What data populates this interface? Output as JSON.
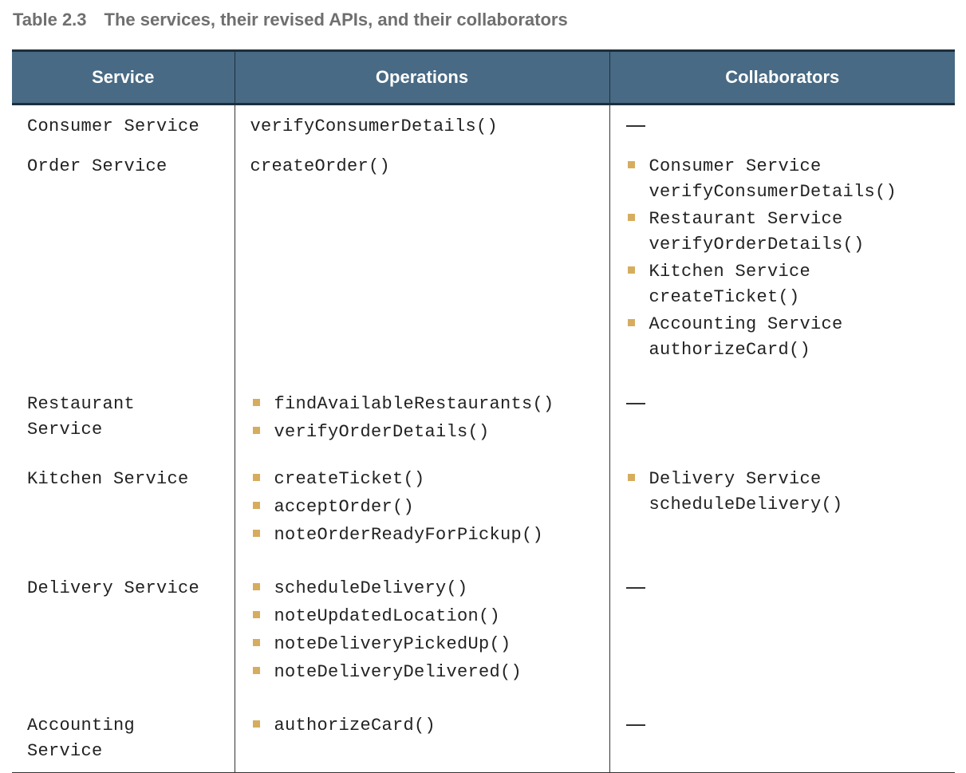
{
  "caption": {
    "number": "Table 2.3",
    "title": "The services, their revised APIs, and their collaborators"
  },
  "table": {
    "headers": [
      "Service",
      "Operations",
      "Collaborators"
    ],
    "rows": [
      {
        "service_lines": [
          "Consumer Service"
        ],
        "operation": "verifyConsumerDetails()",
        "collaborator_text": "—"
      },
      {
        "service_lines": [
          "Order Service"
        ],
        "operation": "createOrder()",
        "collaborators": [
          {
            "service": "Consumer Service",
            "operation": "verifyConsumerDetails()"
          },
          {
            "service": "Restaurant Service",
            "operation": "verifyOrderDetails()"
          },
          {
            "service": "Kitchen Service",
            "operation": "createTicket()"
          },
          {
            "service": "Accounting Service",
            "operation": "authorizeCard()"
          }
        ]
      },
      {
        "service_lines": [
          "Restaurant",
          "Service"
        ],
        "operations": [
          "findAvailableRestaurants()",
          "verifyOrderDetails()"
        ],
        "collaborator_text": "—"
      },
      {
        "service_lines": [
          "Kitchen Service"
        ],
        "operations": [
          "createTicket()",
          "acceptOrder()",
          "noteOrderReadyForPickup()"
        ],
        "collaborators": [
          {
            "service": "Delivery Service",
            "operation": "scheduleDelivery()"
          }
        ]
      },
      {
        "service_lines": [
          "Delivery Service"
        ],
        "operations": [
          "scheduleDelivery()",
          "noteUpdatedLocation()",
          "noteDeliveryPickedUp()",
          "noteDeliveryDelivered()"
        ],
        "collaborator_text": "—"
      },
      {
        "service_lines": [
          "Accounting",
          "Service"
        ],
        "operations": [
          "authorizeCard()"
        ],
        "collaborator_text": "—"
      }
    ]
  },
  "colors": {
    "header_bg": "#486a84",
    "bullet": "#d6ad5e",
    "caption_text": "#6f6f6f"
  }
}
